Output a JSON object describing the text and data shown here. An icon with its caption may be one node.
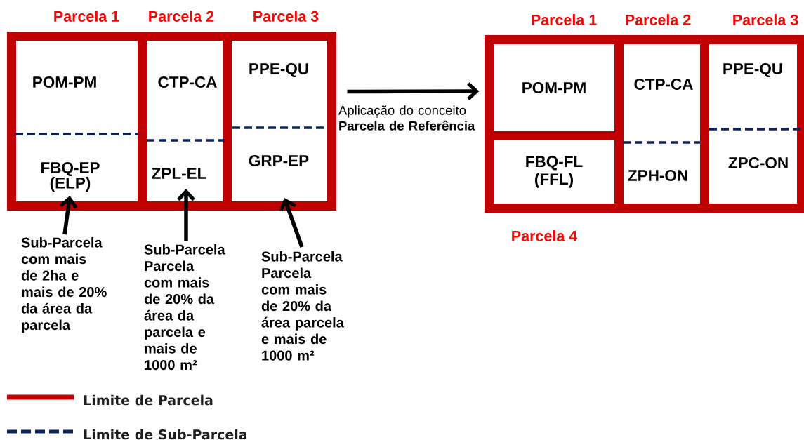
{
  "diagram": {
    "nodes": [
      {
        "text": [
          "Parcela 1"
        ]
      },
      {
        "text": [
          "POM-PM"
        ],
        "in": 0
      },
      {
        "text": [
          "FBQ-EP (ELP)"
        ],
        "in": 0
      },
      {
        "text": [
          "Parcela 2"
        ]
      },
      {
        "text": [
          "CTP-CA"
        ],
        "in": 3
      },
      {
        "text": [
          "ZPL-EL"
        ],
        "in": 3
      },
      {
        "text": [
          "Parcela 3"
        ]
      },
      {
        "text": [
          "PPE-QU"
        ],
        "in": 6
      },
      {
        "text": [
          "GRP-EP"
        ],
        "in": 6
      },
      {
        "text": [
          "Sub-Parcela com mais de 2ha e mais de 20% da área da parcela"
        ]
      },
      {
        "text": [
          "Sub-Parcela Parcela com mais de 20% da área da parcela e mais de 1000 m²"
        ]
      },
      {
        "text": [
          "Sub-Parcela Parcela com mais de 20% da área parcela e mais de 1000 m²"
        ]
      },
      {
        "text": [
          "Parcela 1",
          "POM-PM"
        ]
      },
      {
        "text": [
          "Parcela 2"
        ]
      },
      {
        "text": [
          "CTP-CA"
        ],
        "in": 13
      },
      {
        "text": [
          "ZPH-ON"
        ],
        "in": 13
      },
      {
        "text": [
          "Parcela 3"
        ]
      },
      {
        "text": [
          "PPE-QU"
        ],
        "in": 16
      },
      {
        "text": [
          "ZPC-ON"
        ],
        "in": 16
      },
      {
        "text": [
          "FBQ-FL (FFL)",
          "Parcela 4"
        ]
      }
    ],
    "edges": [
      {
        "from": 9,
        "to": 2,
        "arrow": "to"
      },
      {
        "from": 10,
        "to": 5,
        "arrow": "to"
      },
      {
        "from": 11,
        "to": 8,
        "arrow": "to"
      },
      {
        "from": 6,
        "to": 12,
        "arrow": "to",
        "label": "Aplicação do conceito **Parcela de Referência**"
      }
    ],
    "legend": [
      {
        "text": "Limite de Parcela",
        "color": "#c00000"
      },
      {
        "text": "Limite de Sub-Parcela"
      }
    ]
  }
}
